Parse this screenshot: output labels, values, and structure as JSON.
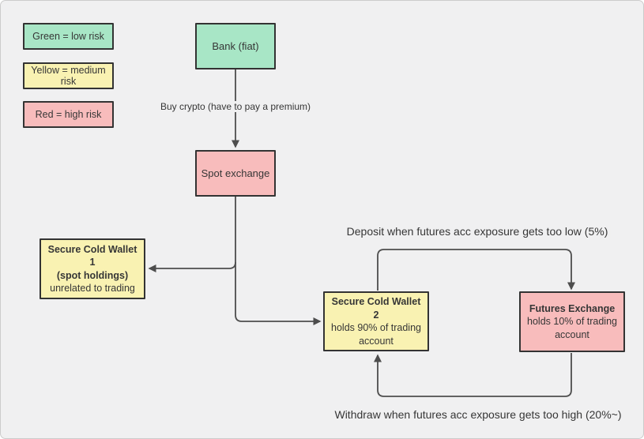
{
  "theme": {
    "background": "#f0f0f1",
    "line_color": "#4d4d4d",
    "border_color": "#333333",
    "text_color": "#363636",
    "low_risk_green": "#a8e6c6",
    "medium_risk_yellow": "#f9f2b2",
    "high_risk_red": "#f8bcbc"
  },
  "legend": {
    "items": [
      {
        "label": "Green = low risk",
        "fill": "#a8e6c6"
      },
      {
        "label": "Yellow = medium risk",
        "fill": "#f9f2b2"
      },
      {
        "label": "Red = high risk",
        "fill": "#f8bcbc"
      }
    ]
  },
  "nodes": {
    "bank": {
      "title": "Bank (fiat)",
      "fill": "#a8e6c6"
    },
    "spot_exchange": {
      "title": "Spot exchange",
      "fill": "#f8bcbc"
    },
    "cold_wallet_1": {
      "title": "Secure Cold Wallet 1",
      "title2": "(spot holdings)",
      "body": "unrelated to trading",
      "fill": "#f9f2b2"
    },
    "cold_wallet_2": {
      "title": "Secure Cold Wallet 2",
      "body": "holds 90% of trading account",
      "fill": "#f9f2b2"
    },
    "futures_exchange": {
      "title": "Futures Exchange",
      "body": "holds 10% of trading account",
      "fill": "#f8bcbc"
    }
  },
  "edge_labels": {
    "buy_crypto": "Buy crypto (have to pay a premium)",
    "deposit": "Deposit when futures acc exposure gets too low (5%)",
    "withdraw": "Withdraw when futures acc exposure gets too high (20%~)"
  }
}
